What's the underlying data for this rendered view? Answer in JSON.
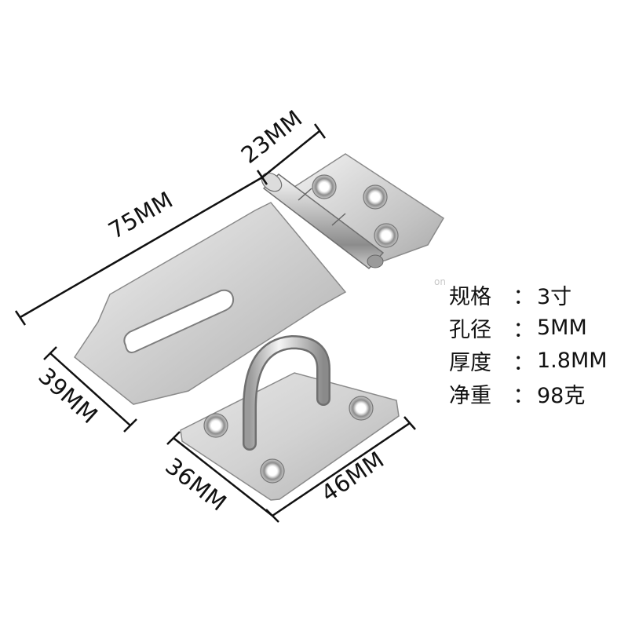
{
  "dimensions": {
    "length": "75MM",
    "hinge_width": "23MM",
    "hasp_width": "39MM",
    "staple_height": "36MM",
    "staple_width": "46MM"
  },
  "specs": [
    {
      "label": "规格",
      "sep": "：",
      "value": "3寸"
    },
    {
      "label": "孔径",
      "sep": "：",
      "value": "5MM"
    },
    {
      "label": "厚度",
      "sep": "：",
      "value": "1.8MM"
    },
    {
      "label": "净重",
      "sep": "：",
      "value": "98克"
    }
  ],
  "watermark": "on",
  "colors": {
    "metal_light": "#eeeeee",
    "metal_mid": "#bdbdbd",
    "metal_dark": "#7a7a7a",
    "dimension_line": "#111111"
  }
}
